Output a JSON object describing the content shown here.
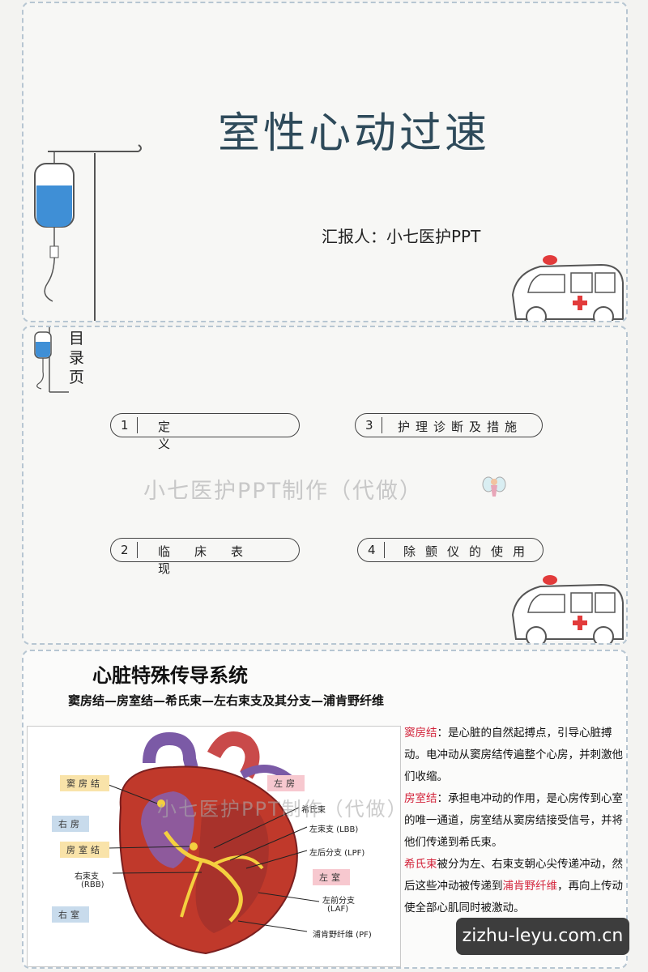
{
  "cover": {
    "title": "室性心动过速",
    "reporter": "汇报人：小七医护PPT"
  },
  "toc": {
    "title": "目录页",
    "items": [
      {
        "num": "1",
        "label": "定义"
      },
      {
        "num": "2",
        "label": "临床表现"
      },
      {
        "num": "3",
        "label": "护理诊断及措施"
      },
      {
        "num": "4",
        "label": "除颤仪的使用"
      }
    ],
    "watermark": "小七医护PPT制作（代做）"
  },
  "conduction": {
    "title": "心脏特殊传导系统",
    "subtitle": "窦房结—房室结—希氏束—左右束支及其分支—浦肯野纤维",
    "diagram_labels": {
      "sa_node": "窦房结",
      "right_atrium": "右房",
      "av_node": "房室结",
      "rbb": "右束支",
      "rbb_abbr": "(RBB)",
      "right_ventricle": "右室",
      "left_atrium": "左房",
      "his": "希氏束",
      "lbb": "左束支 (LBB)",
      "lpf": "左后分支 (LPF)",
      "left_ventricle": "左室",
      "laf": "左前分支",
      "laf_abbr": "(LAF)",
      "pf": "浦肯野纤维 (PF)"
    },
    "watermark": "小七医护PPT制作（代做）",
    "desc": {
      "t1": "窦房结",
      "d1": "：是心脏的自然起搏点，引导心脏搏动。电冲动从窦房结传遍整个心房，并刺激他们收缩。",
      "t2": "房室结",
      "d2": "：承担电冲动的作用，是心房传到心室的唯一通道，房室结从窦房结接受信号，并将他们传递到希氏束。",
      "t3": "希氏束",
      "d3": "被分为左、右束支朝心尖传递冲动，然后这些冲动被传递到",
      "t4": "浦肯野纤维",
      "d4": "，再向上传动使全部心肌同时被激动。"
    }
  },
  "site_badge": "zizhu-leyu.com.cn",
  "colors": {
    "title": "#2e4a5a",
    "highlight_red": "#d3243b",
    "iv_blue": "#3f8fd6",
    "slide_border": "#b7c6d2"
  }
}
